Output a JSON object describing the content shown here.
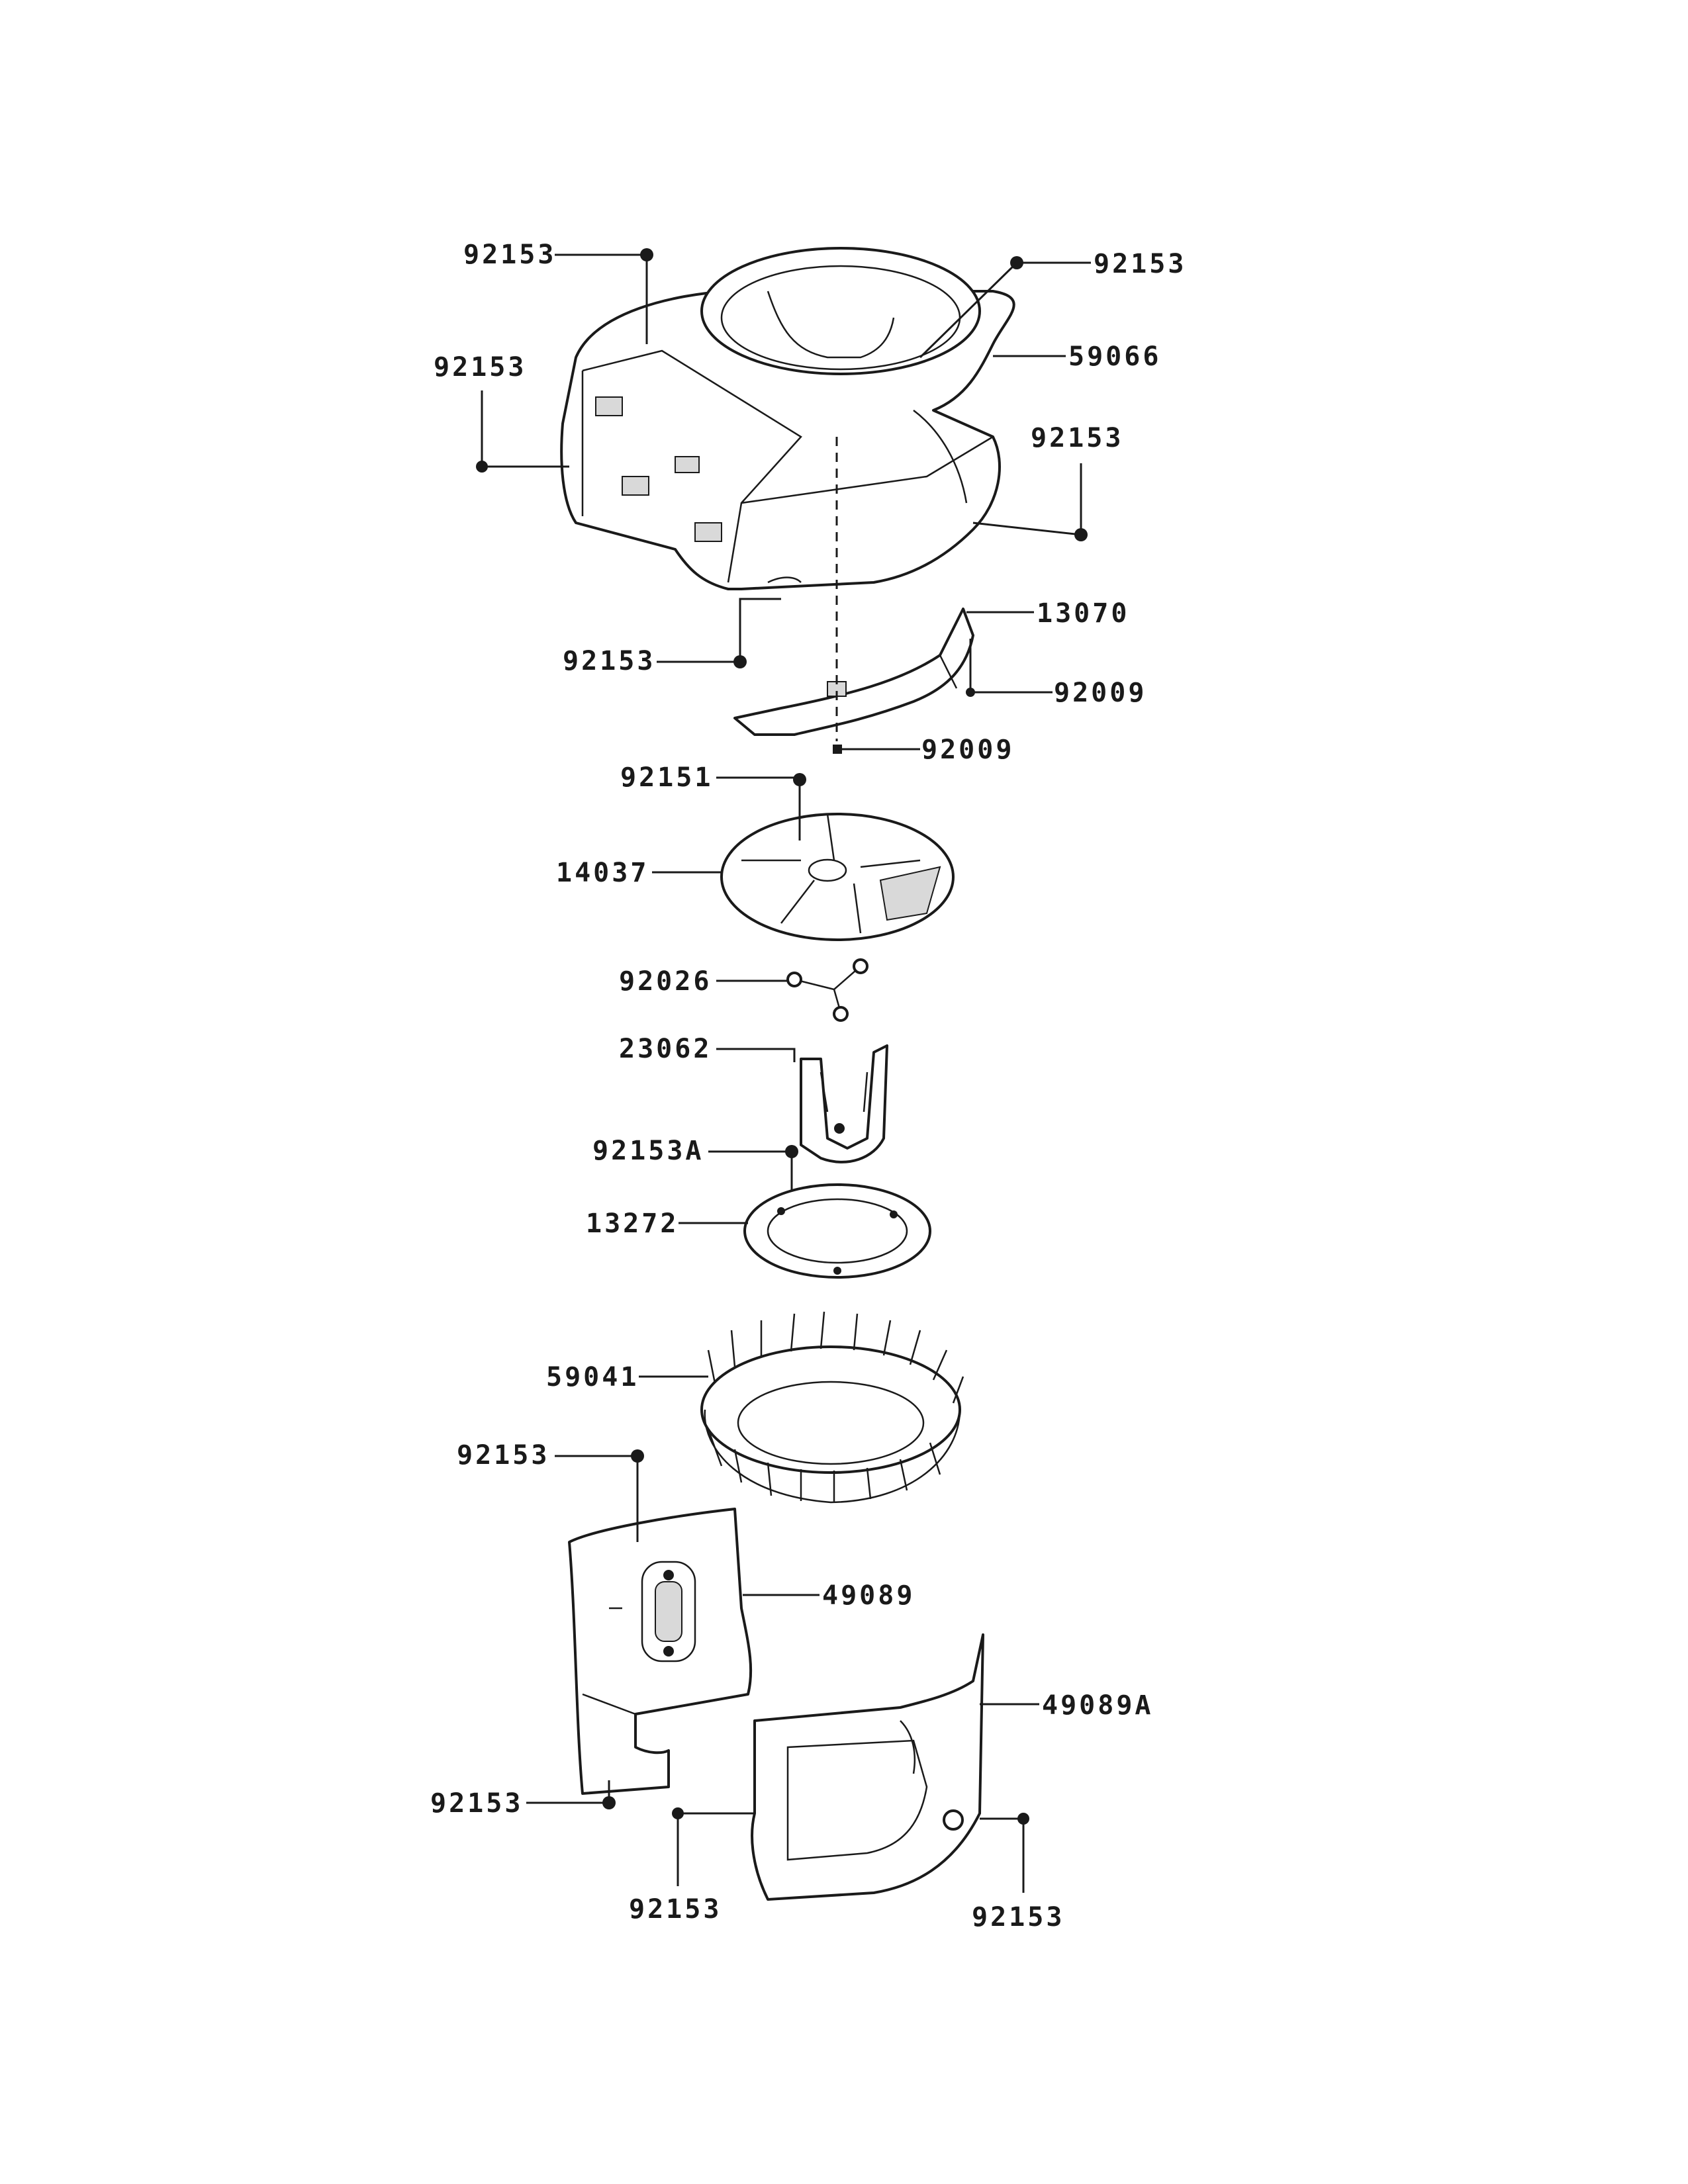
{
  "labels": [
    "92153",
    "92153",
    "92153",
    "59066",
    "92153",
    "13070",
    "92153",
    "92009",
    "92009",
    "92151",
    "14037",
    "92026",
    "23062",
    "92153A",
    "13272",
    "59041",
    "92153",
    "49089",
    "49089A",
    "92153",
    "92153",
    "92153"
  ]
}
